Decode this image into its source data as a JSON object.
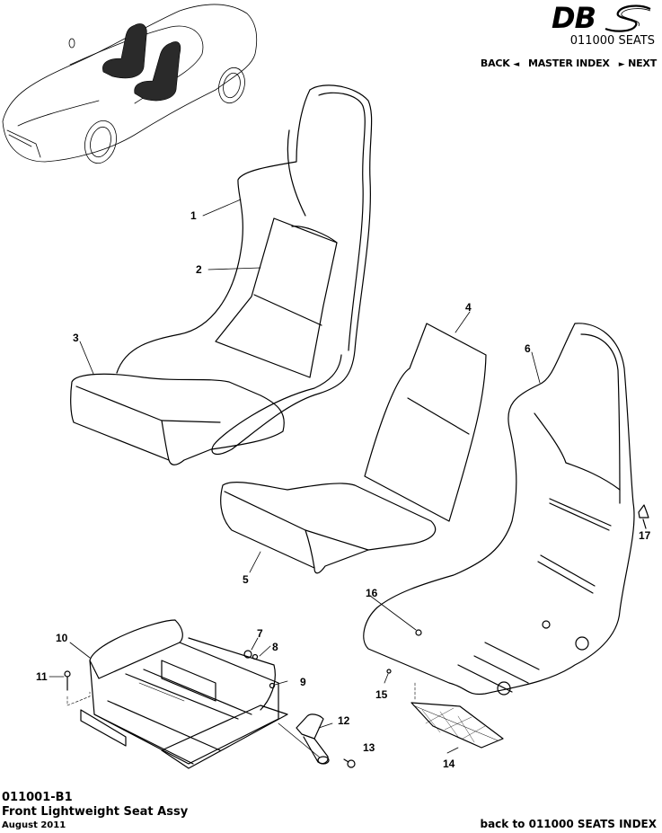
{
  "header": {
    "logo_text": "DBS",
    "section_title": "011000 SEATS",
    "nav": {
      "back": "BACK",
      "master_index": "MASTER INDEX",
      "next": "NEXT",
      "back_arrow": "◄",
      "next_arrow": "►"
    }
  },
  "diagram": {
    "callouts": [
      {
        "id": "1",
        "label": "1"
      },
      {
        "id": "2",
        "label": "2"
      },
      {
        "id": "3",
        "label": "3"
      },
      {
        "id": "4",
        "label": "4"
      },
      {
        "id": "5",
        "label": "5"
      },
      {
        "id": "6",
        "label": "6"
      },
      {
        "id": "7",
        "label": "7"
      },
      {
        "id": "8",
        "label": "8"
      },
      {
        "id": "9",
        "label": "9"
      },
      {
        "id": "10",
        "label": "10"
      },
      {
        "id": "11",
        "label": "11"
      },
      {
        "id": "12",
        "label": "12"
      },
      {
        "id": "13",
        "label": "13"
      },
      {
        "id": "14",
        "label": "14"
      },
      {
        "id": "15",
        "label": "15"
      },
      {
        "id": "16",
        "label": "16"
      },
      {
        "id": "17",
        "label": "17"
      }
    ]
  },
  "footer": {
    "code": "011001-B1",
    "title": "Front Lightweight Seat Assy",
    "date": "August 2011",
    "back_link": "back to 011000 SEATS INDEX"
  }
}
